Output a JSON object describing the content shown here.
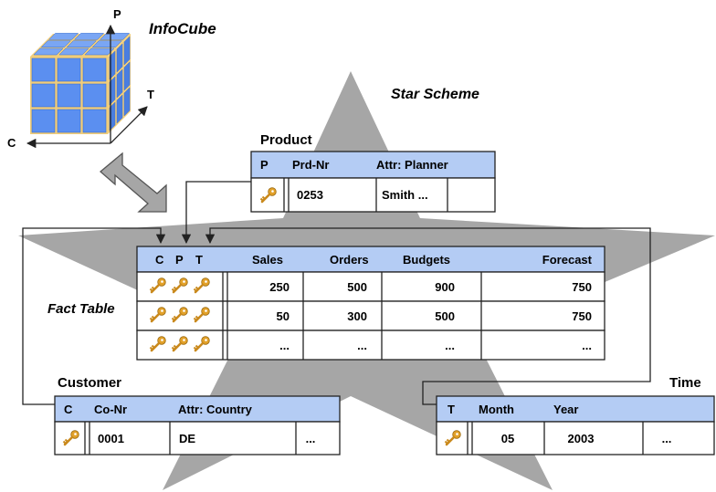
{
  "infocube": {
    "title": "InfoCube",
    "axes": {
      "p": "P",
      "t": "T",
      "c": "C"
    }
  },
  "star": {
    "title": "Star Scheme"
  },
  "product": {
    "title": "Product",
    "headers": [
      "P",
      "Prd-Nr",
      "Attr: Planner"
    ],
    "row": [
      "0253",
      "Smith ..."
    ]
  },
  "fact": {
    "title": "Fact Table",
    "key_headers": [
      "C",
      "P",
      "T"
    ],
    "measure_headers": [
      "Sales",
      "Orders",
      "Budgets",
      "Forecast"
    ],
    "rows": [
      [
        "250",
        "500",
        "900",
        "750"
      ],
      [
        "50",
        "300",
        "500",
        "750"
      ],
      [
        "...",
        "...",
        "...",
        "..."
      ]
    ]
  },
  "customer": {
    "title": "Customer",
    "headers": [
      "C",
      "Co-Nr",
      "Attr: Country"
    ],
    "row": [
      "0001",
      "DE",
      "..."
    ]
  },
  "time": {
    "title": "Time",
    "headers": [
      "T",
      "Month",
      "Year"
    ],
    "row": [
      "05",
      "2003",
      "..."
    ]
  },
  "colors": {
    "header_fill": "#b4ccf4",
    "star_fill": "#a6a6a6",
    "key_icon": "#e2a12a",
    "cube_blue": "#5b8ff0",
    "cube_grout": "#f1cd7a"
  }
}
